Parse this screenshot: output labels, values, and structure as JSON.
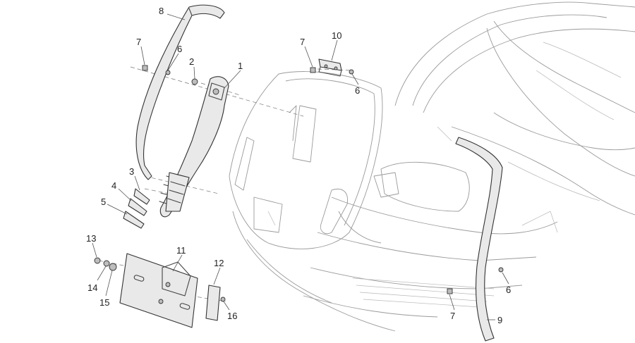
{
  "diagram": {
    "callouts": [
      {
        "id": "c1",
        "text": "1"
      },
      {
        "id": "c2",
        "text": "2"
      },
      {
        "id": "c3",
        "text": "3"
      },
      {
        "id": "c4",
        "text": "4"
      },
      {
        "id": "c5",
        "text": "5"
      },
      {
        "id": "c6a",
        "text": "6"
      },
      {
        "id": "c6b",
        "text": "6"
      },
      {
        "id": "c6c",
        "text": "6"
      },
      {
        "id": "c7a",
        "text": "7"
      },
      {
        "id": "c7b",
        "text": "7"
      },
      {
        "id": "c7c",
        "text": "7"
      },
      {
        "id": "c8",
        "text": "8"
      },
      {
        "id": "c9",
        "text": "9"
      },
      {
        "id": "c10",
        "text": "10"
      },
      {
        "id": "c11",
        "text": "11"
      },
      {
        "id": "c12",
        "text": "12"
      },
      {
        "id": "c13",
        "text": "13"
      },
      {
        "id": "c14",
        "text": "14"
      },
      {
        "id": "c15",
        "text": "15"
      },
      {
        "id": "c16",
        "text": "16"
      }
    ]
  }
}
